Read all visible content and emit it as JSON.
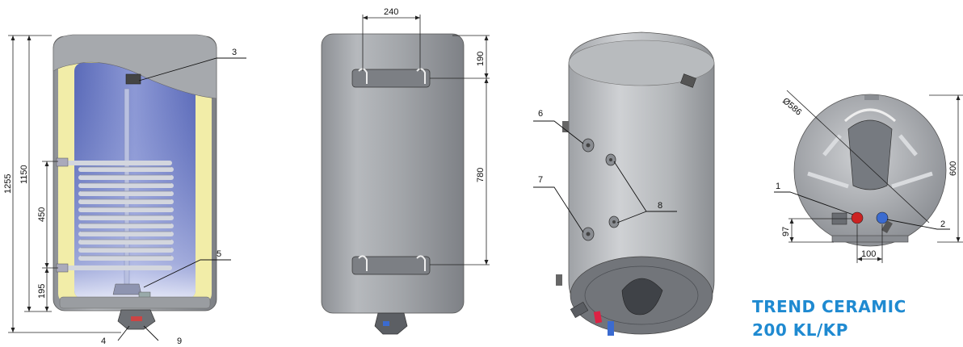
{
  "product_title": {
    "line1": "TREND CERAMIC",
    "line2": "200 KL/KP"
  },
  "view1": {
    "dimensions": {
      "total_height": "1255",
      "height": "1150",
      "coil_height": "450",
      "bottom_offset": "195"
    },
    "callouts": {
      "c3": "3",
      "c5": "5",
      "c4": "4",
      "c9": "9"
    }
  },
  "view2": {
    "dimensions": {
      "bracket_spacing": "240",
      "top_offset": "190",
      "bracket_distance": "780"
    }
  },
  "view3": {
    "callouts": {
      "c6": "6",
      "c7": "7",
      "c8": "8"
    }
  },
  "view4": {
    "dimensions": {
      "diameter": "Ø586",
      "depth": "600",
      "pipe_height": "97",
      "pipe_spacing": "100"
    },
    "callouts": {
      "c1": "1",
      "c2": "2"
    }
  },
  "colors": {
    "body_gray": "#9a9da1",
    "inner_blue": "#6f7fc8",
    "insulation_yellow": "#f2eda8",
    "coil": "#c9ccd6",
    "title_blue": "#1f8ad1"
  }
}
